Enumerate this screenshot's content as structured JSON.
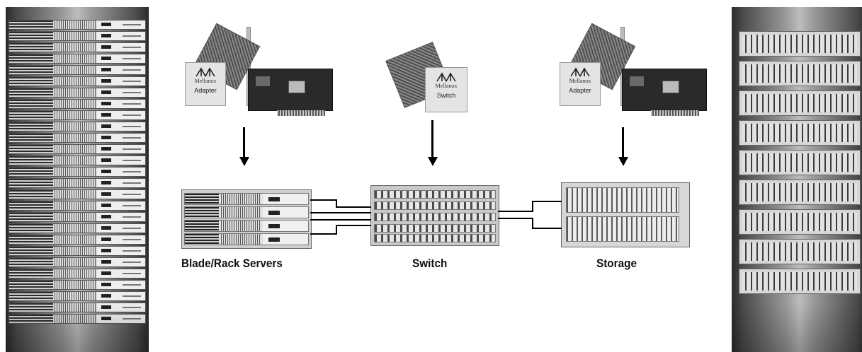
{
  "diagram": {
    "components": [
      {
        "id": "servers",
        "label": "Blade/Rack Servers"
      },
      {
        "id": "switch",
        "label": "Switch"
      },
      {
        "id": "storage",
        "label": "Storage"
      }
    ],
    "chips": [
      {
        "id": "adapter-left",
        "brand": "Mellanox",
        "type": "Adapter",
        "connects_to": "servers"
      },
      {
        "id": "switch-chip",
        "brand": "Mellanox",
        "type": "Switch",
        "connects_to": "switch"
      },
      {
        "id": "adapter-right",
        "brand": "Mellanox",
        "type": "Adapter",
        "connects_to": "storage"
      }
    ],
    "connections": [
      {
        "from": "servers",
        "to": "switch"
      },
      {
        "from": "switch",
        "to": "storage"
      }
    ],
    "colors": {
      "background": "#ffffff",
      "lines": "#000000"
    }
  }
}
